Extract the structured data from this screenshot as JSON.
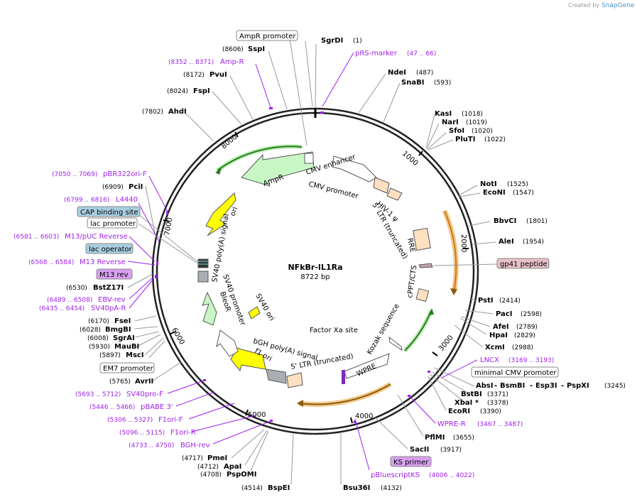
{
  "credit": "Created by",
  "credit_brand": "SnapGene",
  "plasmid": {
    "name": "NFkBr-IL1Ra",
    "length": "8722 bp"
  },
  "ticks": [
    "1000",
    "2000",
    "3000",
    "4000",
    "5000",
    "6000",
    "7000",
    "8000"
  ],
  "features": {
    "ampr": "AmpR",
    "ori": "ori",
    "cmv_enh": "CMV enhancer",
    "cmv_prom": "CMV promoter",
    "hiv": "HIV-1 ψ",
    "ltr5": "5' LTR (truncated)",
    "rre": "RRE",
    "cppt": "cPPT/CTS",
    "kozak": "Kozak sequence",
    "factor_xa": "Factor Xa site",
    "wpre": "WPRE",
    "ltr5b": "5' LTR (truncated)",
    "bgh": "bGH poly(A) signal",
    "f1": "f1 ori",
    "sv40ori": "SV40 ori",
    "sv40prom": "SV40 promoter",
    "bleor": "BleoR",
    "sv40pa": "SV40 poly(A) signal"
  },
  "labels": {
    "sgrdi": {
      "pos": "",
      "name": "SgrDI",
      "pos2": "(1)"
    },
    "prs": {
      "name": "pRS-marker",
      "pos": "(47 .. 66)"
    },
    "ndei": {
      "name": "NdeI",
      "pos": "(487)"
    },
    "snabi": {
      "name": "SnaBI",
      "pos": "(593)"
    },
    "kasi": {
      "name": "KasI",
      "pos": "(1018)"
    },
    "nari": {
      "name": "NarI",
      "pos": "(1019)"
    },
    "sfoi": {
      "name": "SfoI",
      "pos": "(1020)"
    },
    "pluti": {
      "name": "PluTI",
      "pos": "(1022)"
    },
    "noti": {
      "name": "NotI",
      "pos": "(1525)"
    },
    "econi": {
      "name": "EcoNI",
      "pos": "(1547)"
    },
    "bbvci": {
      "name": "BbvCI",
      "pos": "(1801)"
    },
    "alei": {
      "name": "AleI",
      "pos": "(1954)"
    },
    "gp41": {
      "name": "gp41 peptide"
    },
    "psti": {
      "name": "PstI",
      "pos": "(2414)"
    },
    "paci": {
      "name": "PacI",
      "pos": "(2598)"
    },
    "afei": {
      "name": "AfeI",
      "pos": "(2789)"
    },
    "hpai": {
      "name": "HpaI",
      "pos": "(2829)"
    },
    "xcmi": {
      "name": "XcmI",
      "pos": "(2988)"
    },
    "lncx": {
      "name": "LNCX",
      "pos": "(3169 .. 3193)"
    },
    "mincmv": {
      "name": "minimal CMV promoter"
    },
    "absi": {
      "name": "AbsI",
      "sep1": "- ",
      "bsmbi": "BsmBI",
      "sep2": "- ",
      "esp3i": "Esp3I",
      "sep3": "- ",
      "pspxi": "PspXI",
      "pos": "(3245)"
    },
    "bstbi": {
      "name": "BstBI",
      "pos": "(3371)"
    },
    "xbai": {
      "name": "XbaI *",
      "pos": "(3378)"
    },
    "ecori": {
      "name": "EcoRI",
      "pos": "(3390)"
    },
    "wprer": {
      "name": "WPRE-R",
      "pos": "(3467 .. 3487)"
    },
    "pflmi": {
      "name": "PflMI",
      "pos": "(3655)"
    },
    "sacii": {
      "name": "SacII",
      "pos": "(3917)"
    },
    "ks": {
      "name": "KS primer"
    },
    "pbks": {
      "name": "pBluescriptKS",
      "pos": "(4006 .. 4022)"
    },
    "bsu36i": {
      "name": "Bsu36I",
      "pos": "(4132)"
    },
    "bspei": {
      "name": "BspEI",
      "pos": "(4514)"
    },
    "pspomi": {
      "name": "PspOMI",
      "pos": "(4708)"
    },
    "apai": {
      "name": "ApaI",
      "pos": "(4712)"
    },
    "pmei": {
      "name": "PmeI",
      "pos": "(4717)"
    },
    "bghrev": {
      "name": "BGH-rev",
      "pos": "(4733 .. 4750)"
    },
    "f1orir": {
      "name": "F1ori-R",
      "pos": "(5096 .. 5115)"
    },
    "f1orif": {
      "name": "F1ori-F",
      "pos": "(5306 .. 5327)"
    },
    "pbabe": {
      "name": "pBABE 3'",
      "pos": "(5446 .. 5466)"
    },
    "sv40prof": {
      "name": "SV40pro-F",
      "pos": "(5693 .. 5712)"
    },
    "avrii": {
      "name": "AvrII",
      "pos": "(5765)"
    },
    "em7": {
      "name": "EM7 promoter"
    },
    "msci": {
      "name": "MscI",
      "pos": "(5897)"
    },
    "maubi": {
      "name": "MauBI",
      "pos": "(5930)"
    },
    "sgrai": {
      "name": "SgrAI",
      "pos": "(6008)"
    },
    "bmgbi": {
      "name": "BmgBI",
      "pos": "(6028)"
    },
    "fsei": {
      "name": "FseI",
      "pos": "(6170)"
    },
    "sv40par": {
      "name": "SV40pA-R",
      "pos": "(6435 .. 6454)"
    },
    "ebvrev": {
      "name": "EBV-rev",
      "pos": "(6489 .. 6508)"
    },
    "bstz17i": {
      "name": "BstZ17I",
      "pos": "(6530)"
    },
    "m13rev": {
      "name": "M13 rev"
    },
    "m13reverse": {
      "name": "M13 Reverse",
      "pos": "(6568 .. 6584)"
    },
    "lacop": {
      "name": "lac operator"
    },
    "m13puc": {
      "name": "M13/pUC Reverse",
      "pos": "(6581 .. 6603)"
    },
    "lacprom": {
      "name": "lac promoter"
    },
    "cap": {
      "name": "CAP binding site"
    },
    "l4440": {
      "name": "L4440",
      "pos": "(6799 .. 6816)"
    },
    "pcii": {
      "name": "PciI",
      "pos": "(6909)"
    },
    "pbr322": {
      "name": "pBR322ori-F",
      "pos": "(7050 .. 7069)"
    },
    "ahdi": {
      "name": "AhdI",
      "pos": "(7802)"
    },
    "fspi": {
      "name": "FspI",
      "pos": "(8024)"
    },
    "pvui": {
      "name": "PvuI",
      "pos": "(8172)"
    },
    "ampr_r": {
      "name": "Amp-R",
      "pos": "(8352 .. 8371)"
    },
    "sspi": {
      "name": "SspI",
      "pos": "(8606)"
    },
    "amprprom": {
      "name": "AmpR promoter"
    }
  }
}
